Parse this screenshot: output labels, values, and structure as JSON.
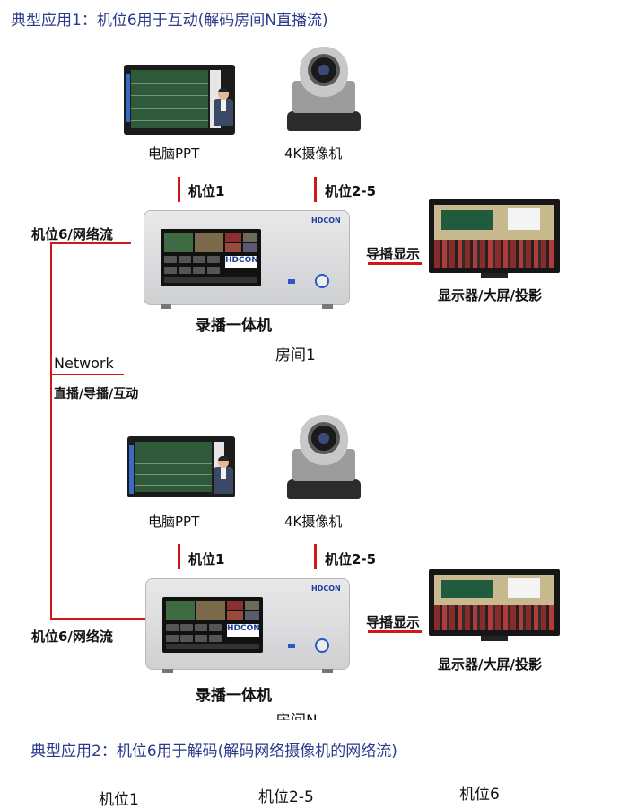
{
  "title1": "典型应用1：机位6用于互动(解码房间N直播流)",
  "title2": "典型应用2：机位6用于解码(解码网络摄像机的网络流)",
  "room1": {
    "pc_label": "电脑PPT",
    "camera_label": "4K摄像机",
    "seat1_label": "机位1",
    "seat25_label": "机位2-5",
    "seat6_label": "机位6/网络流",
    "device_label": "录播一体机",
    "room_label": "房间1",
    "display_out_label": "导播显示",
    "display_label": "显示器/大屏/投影",
    "brand": "HDCON",
    "panel_logo": "HDCON"
  },
  "network": {
    "label": "Network",
    "sublabel": "直播/导播/互动"
  },
  "room2": {
    "pc_label": "电脑PPT",
    "camera_label": "4K摄像机",
    "seat1_label": "机位1",
    "seat25_label": "机位2-5",
    "seat6_label": "机位6/网络流",
    "device_label": "录播一体机",
    "room_label": "房间N",
    "display_out_label": "导播显示",
    "display_label": "显示器/大屏/投影",
    "brand": "HDCON",
    "panel_logo": "HDCON"
  },
  "bottom_labels": {
    "seat1": "机位1",
    "seat25": "机位2-5",
    "seat6": "机位6"
  },
  "colors": {
    "line_red": "#d01818",
    "brand_blue": "#1d3fa0",
    "title_blue": "#2a3a8c"
  }
}
